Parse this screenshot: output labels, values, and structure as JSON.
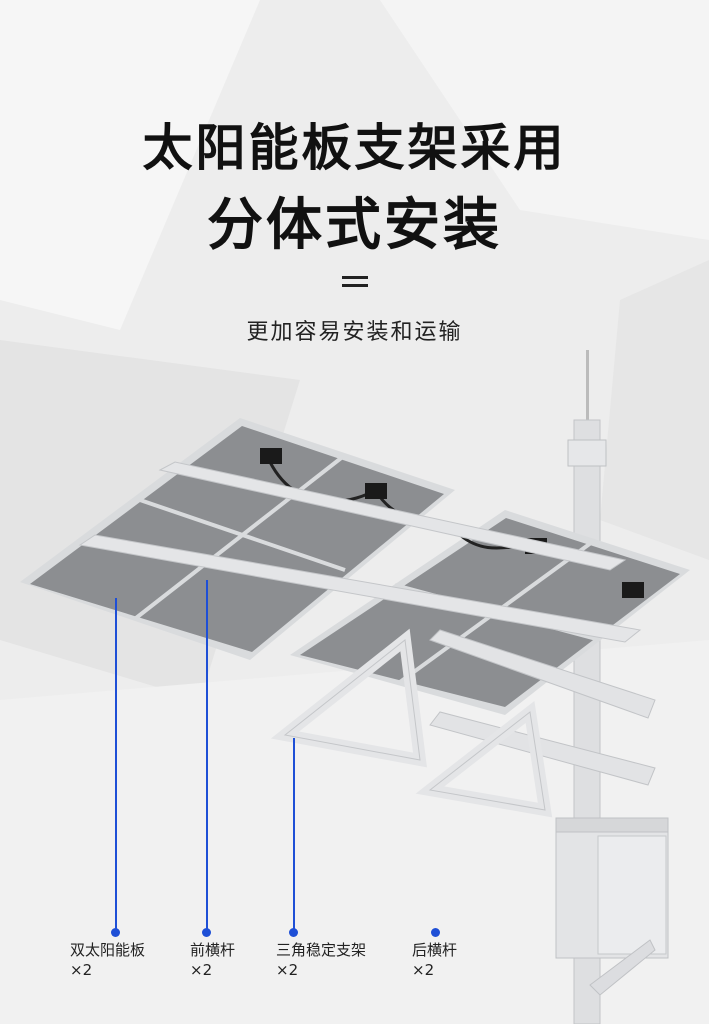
{
  "headline": {
    "line1": "太阳能板支架采用",
    "line2": "分体式安装",
    "subtitle": "更加容易安装和运输"
  },
  "components": [
    {
      "name": "双太阳能板",
      "qty": "×2"
    },
    {
      "name": "前横杆",
      "qty": "×2"
    },
    {
      "name": "三角稳定支架",
      "qty": "×2"
    },
    {
      "name": "后横杆",
      "qty": "×2"
    }
  ],
  "colors": {
    "callout": "#1e4fd6",
    "panel": "#8b8d90",
    "frame": "#d6d8da",
    "text": "#111111"
  }
}
